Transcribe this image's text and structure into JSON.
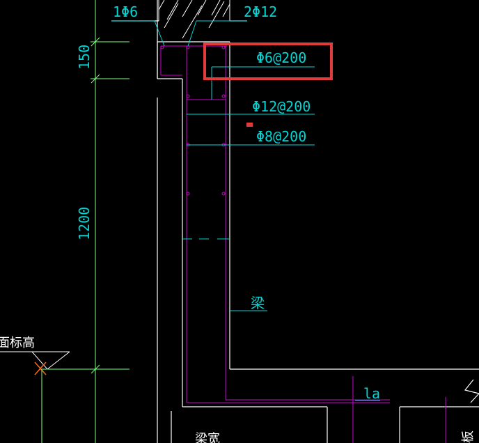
{
  "labels": {
    "top_left_rebar": "1Φ6",
    "top_right_rebar": "2Φ12",
    "dim_top": "150",
    "dim_main": "1200",
    "callout_highlight": "Φ6@200",
    "callout_mid": "Φ12@200",
    "callout_low": "Φ8@200",
    "beam_label": "梁",
    "anchor_label": "la",
    "elevation_label": "面标高",
    "bottom_left_label": "梁宽",
    "bottom_right_label": "板"
  },
  "colors": {
    "background": "#000000",
    "cyan": "#00d6d6",
    "magenta": "#d200d2",
    "white": "#ffffff",
    "green": "#7fff7f",
    "highlight_red": "#e23b3b"
  }
}
